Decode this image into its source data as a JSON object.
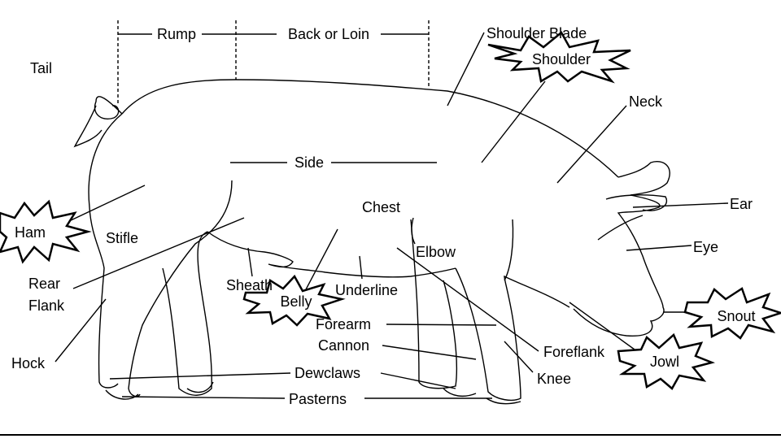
{
  "colors": {
    "line": "#000000",
    "background": "#ffffff"
  },
  "labels": {
    "rump": "Rump",
    "back_loin": "Back or Loin",
    "shoulder_blade": "Shoulder Blade",
    "shoulder": "Shoulder",
    "tail": "Tail",
    "neck": "Neck",
    "side": "Side",
    "ear": "Ear",
    "chest": "Chest",
    "ham": "Ham",
    "stifle": "Stifle",
    "elbow": "Elbow",
    "eye": "Eye",
    "rear": "Rear",
    "flank": "Flank",
    "sheath": "Sheath",
    "belly": "Belly",
    "underline": "Underline",
    "snout": "Snout",
    "forearm": "Forearm",
    "hock": "Hock",
    "cannon": "Cannon",
    "foreflank": "Foreflank",
    "jowl": "Jowl",
    "dewclaws": "Dewclaws",
    "knee": "Knee",
    "pasterns": "Pasterns"
  }
}
